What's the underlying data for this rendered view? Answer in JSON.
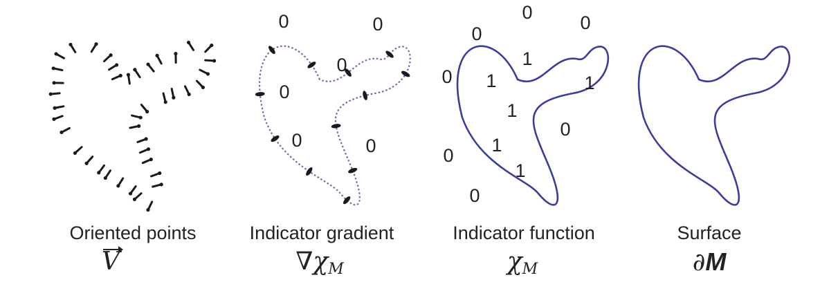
{
  "panels": [
    {
      "id": "oriented-points",
      "label": "Oriented points",
      "symbol": {
        "main": "V",
        "sub": "",
        "prefix": ""
      }
    },
    {
      "id": "indicator-gradient",
      "label": "Indicator gradient",
      "symbol": {
        "prefix": "∇",
        "main": "χ",
        "sub": "M"
      }
    },
    {
      "id": "indicator-function",
      "label": "Indicator function",
      "symbol": {
        "prefix": "",
        "main": "χ",
        "sub": "M"
      }
    },
    {
      "id": "surface",
      "label": "Surface",
      "symbol": {
        "prefix": "∂",
        "main": "M",
        "sub": ""
      }
    }
  ],
  "gradient_values": [
    "0",
    "0",
    "0",
    "0",
    "0",
    "0"
  ],
  "function_values": {
    "outside": [
      "0",
      "0",
      "0",
      "0",
      "0",
      "0",
      "0"
    ],
    "inside": [
      "1",
      "1",
      "1",
      "1",
      "1",
      "1"
    ]
  },
  "colors": {
    "curve": "#3c3c9c",
    "dotted": "#6a6ab0",
    "ink": "#1a1a1a"
  }
}
